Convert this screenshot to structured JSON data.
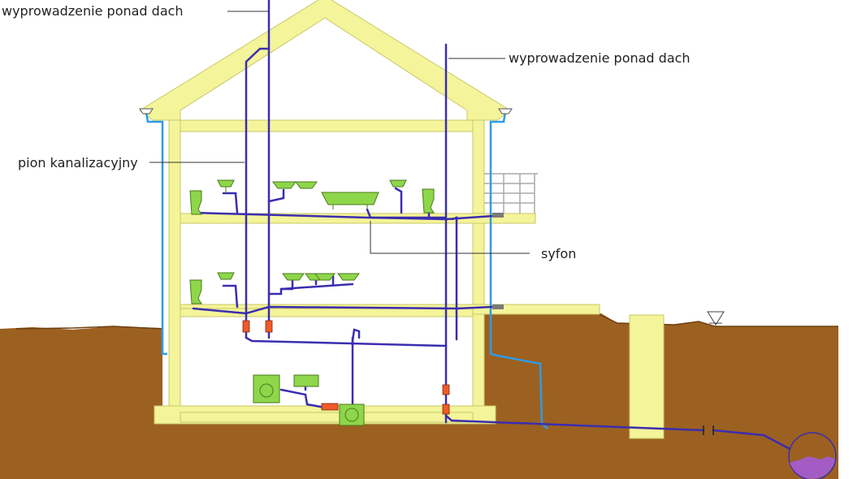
{
  "labels": {
    "vent_left": "wyprowadzenie ponad dach",
    "vent_right": "wyprowadzenie ponad dach",
    "stack": "pion kanalizacyjny",
    "trap": "syfon"
  },
  "colors": {
    "wall": "#f4f49a",
    "wall_stroke": "#c9c96a",
    "ground": "#9c6120",
    "pipe": "#3b2db0",
    "rain_pipe": "#2f9be6",
    "fixture": "#8ed64a",
    "fitting": "#f05a28",
    "cesspool_liquid": "#a35cc4",
    "label_line": "#333333"
  },
  "icons": [
    "washbasin-icon",
    "toilet-icon",
    "bathtub-icon",
    "washing-machine-icon",
    "water-level-triangle-icon"
  ]
}
